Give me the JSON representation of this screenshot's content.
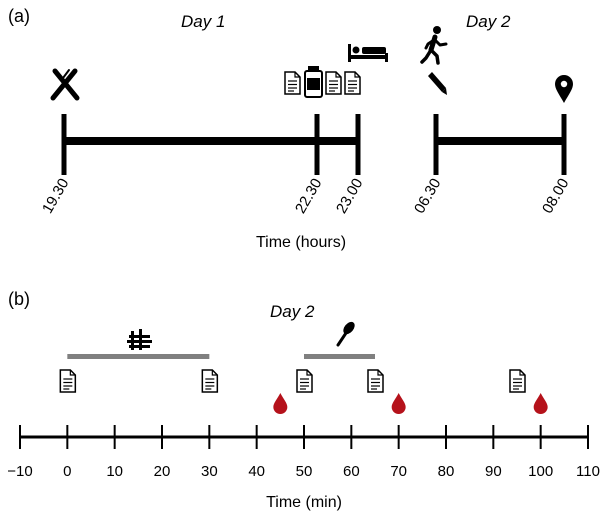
{
  "panel_a": {
    "label": "(a)",
    "day1": "Day 1",
    "day2": "Day 2",
    "axis_label": "Time (hours)",
    "day1_times": [
      "19.30",
      "22.30",
      "23.00"
    ],
    "day2_times": [
      "06.30",
      "08.00"
    ],
    "icons": [
      "cutlery-icon",
      "documents-icon",
      "pill-bottle-icon",
      "bed-icon",
      "walking-person-icon",
      "pencil-icon",
      "location-pin-icon"
    ]
  },
  "panel_b": {
    "label": "(b)",
    "day": "Day 2",
    "axis_label": "Time (min)",
    "ticks": [
      "−10",
      "0",
      "10",
      "20",
      "30",
      "40",
      "50",
      "60",
      "70",
      "80",
      "90",
      "100",
      "110"
    ],
    "questionnaire_times": [
      0,
      30,
      50,
      65,
      95
    ],
    "blood_sample_times": [
      45,
      70,
      100
    ],
    "bars": [
      {
        "name": "food-intake",
        "start": 0,
        "end": 30,
        "icon": "food-stack-icon"
      },
      {
        "name": "spoon-meal",
        "start": 50,
        "end": 65,
        "icon": "spoon-icon"
      }
    ],
    "colors": {
      "blood": "#b5121b",
      "bar": "#808080",
      "line": "#000000"
    }
  }
}
